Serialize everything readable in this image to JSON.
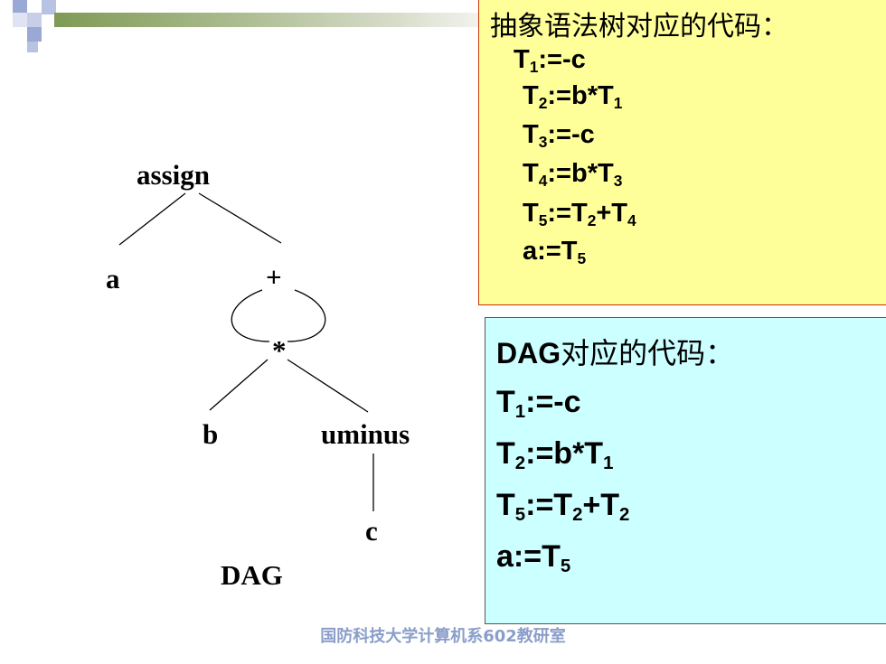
{
  "header": {
    "square_colors": [
      "#9aa8d6",
      "#c8cee8",
      "#7f9a55",
      "#b8c2e3"
    ],
    "bar_color": "#7f9a55"
  },
  "tree": {
    "nodes": {
      "assign": "assign",
      "a": "a",
      "plus": "+",
      "star": "*",
      "b": "b",
      "uminus": "uminus",
      "c": "c"
    },
    "caption": "DAG"
  },
  "ast_box": {
    "title": "抽象语法树对应的代码：",
    "background": "#ffff99",
    "border": "#cc3300",
    "lines": [
      {
        "parts": [
          {
            "t": "T"
          },
          {
            "s": "1"
          },
          {
            "t": ":=-c"
          }
        ]
      },
      {
        "parts": [
          {
            "t": "T"
          },
          {
            "s": "2"
          },
          {
            "t": ":=b*T"
          },
          {
            "s": "1"
          }
        ]
      },
      {
        "parts": [
          {
            "t": "T"
          },
          {
            "s": "3"
          },
          {
            "t": ":=-c"
          }
        ]
      },
      {
        "parts": [
          {
            "t": "T"
          },
          {
            "s": "4"
          },
          {
            "t": ":=b*T"
          },
          {
            "s": "3"
          }
        ]
      },
      {
        "parts": [
          {
            "t": "T"
          },
          {
            "s": "5"
          },
          {
            "t": ":=T"
          },
          {
            "s": "2"
          },
          {
            "t": "+T"
          },
          {
            "s": "4"
          }
        ]
      },
      {
        "parts": [
          {
            "t": "a:=T"
          },
          {
            "s": "5"
          }
        ]
      }
    ]
  },
  "dag_box": {
    "title_latin": "DAG",
    "title_cjk": "对应的代码：",
    "background": "#ccffff",
    "border": "#555555",
    "lines": [
      {
        "parts": [
          {
            "t": "T"
          },
          {
            "s": "1"
          },
          {
            "t": ":=-c"
          }
        ]
      },
      {
        "parts": [
          {
            "t": "T"
          },
          {
            "s": "2"
          },
          {
            "t": ":=b*T"
          },
          {
            "s": "1"
          }
        ]
      },
      {
        "parts": [
          {
            "t": "T"
          },
          {
            "s": "5"
          },
          {
            "t": ":=T"
          },
          {
            "s": "2"
          },
          {
            "t": "+T"
          },
          {
            "s": "2"
          }
        ]
      },
      {
        "parts": [
          {
            "t": "a:=T"
          },
          {
            "s": "5"
          }
        ]
      }
    ]
  },
  "footer": {
    "text": "国防科技大学计算机系602教研室"
  }
}
